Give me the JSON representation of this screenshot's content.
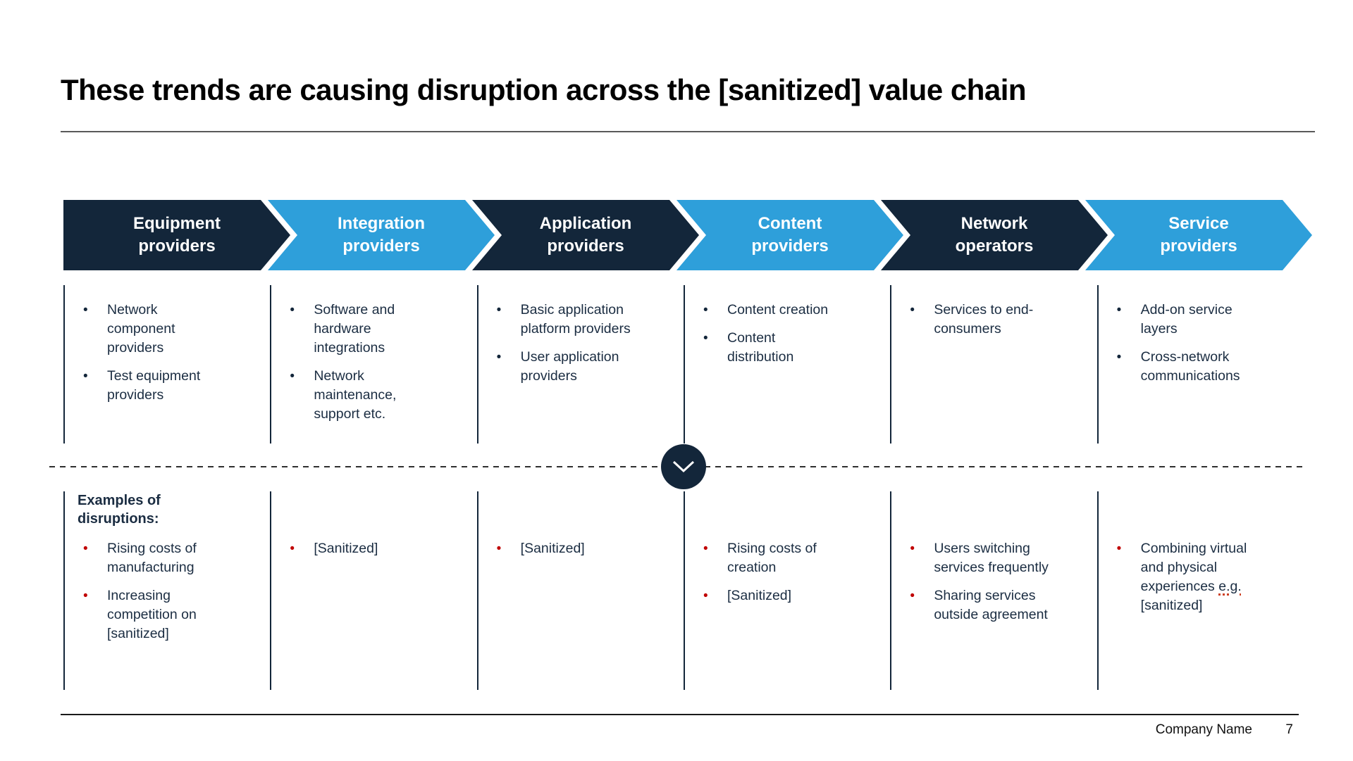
{
  "slide_title": "These trends are causing disruption across the [sanitized] value chain",
  "examples_header": "Examples of disruptions:",
  "divider_icon": "chevron-down",
  "footer": {
    "company_name": "Company Name",
    "page_number": "7"
  },
  "columns": [
    {
      "header": "Equipment providers",
      "color": "dark",
      "roles": [
        "Network component providers",
        "Test equipment providers"
      ],
      "disruptions": [
        "Rising costs of manufacturing",
        "Increasing competition on [sanitized]"
      ]
    },
    {
      "header": "Integration providers",
      "color": "blue",
      "roles": [
        "Software and hardware integrations",
        "Network maintenance, support etc."
      ],
      "disruptions": [
        "[Sanitized]"
      ]
    },
    {
      "header": "Application providers",
      "color": "dark",
      "roles": [
        "Basic application platform providers",
        "User application providers"
      ],
      "disruptions": [
        "[Sanitized]"
      ]
    },
    {
      "header": "Content providers",
      "color": "blue",
      "roles": [
        "Content creation",
        "Content distribution"
      ],
      "disruptions": [
        "Rising costs of creation",
        "[Sanitized]"
      ]
    },
    {
      "header": "Network operators",
      "color": "dark",
      "roles": [
        "Services to end-consumers"
      ],
      "disruptions": [
        "Users switching services frequently",
        "Sharing services outside agreement"
      ]
    },
    {
      "header": "Service providers",
      "color": "blue",
      "roles": [
        "Add-on service layers",
        "Cross-network communications"
      ],
      "disruptions": [
        "Combining virtual and physical experiences e.g. [sanitized]"
      ],
      "spellcheck_word": "e.g."
    }
  ],
  "colors": {
    "dark": "#13263a",
    "blue": "#2e9fda",
    "red": "#c00000",
    "text": "#1b2d42",
    "title": "#000000",
    "rule": "#595959"
  }
}
